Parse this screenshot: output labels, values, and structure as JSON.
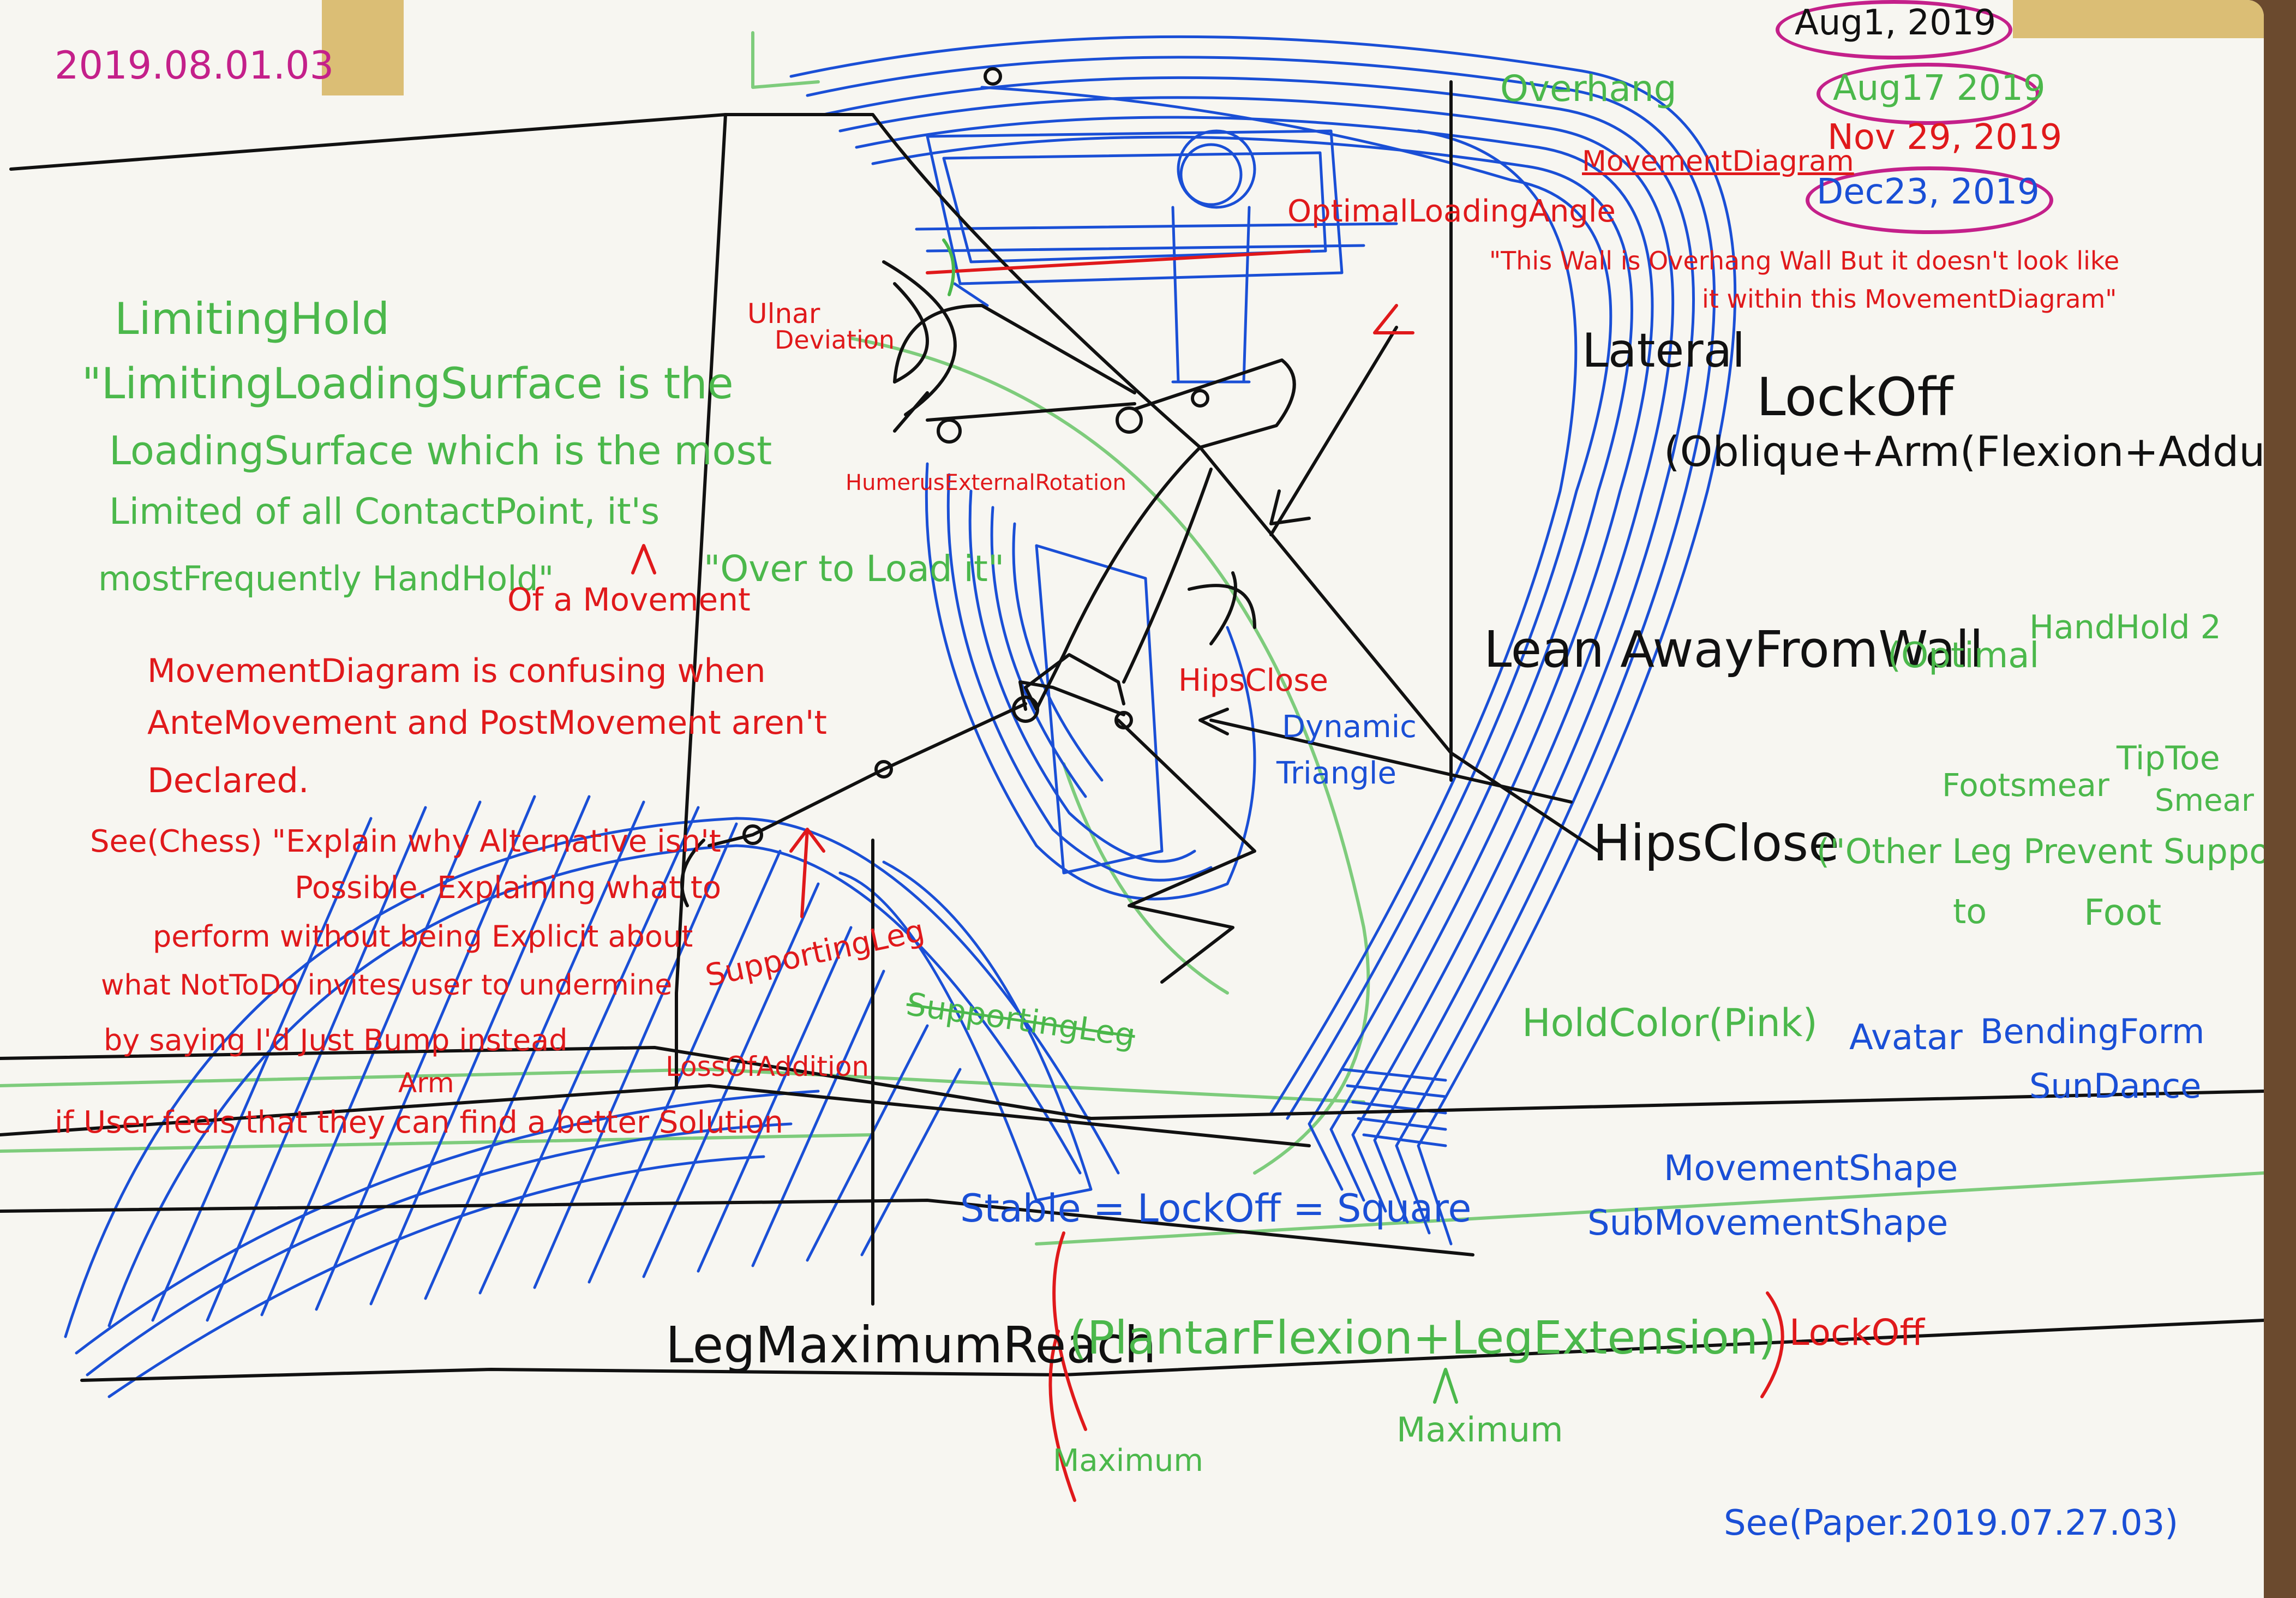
{
  "header": {
    "date_code": "2019.08.01.03",
    "dates": [
      "Aug1, 2019",
      "Aug17 2019",
      "Nov 29, 2019",
      "Dec23, 2019"
    ]
  },
  "labels": {
    "left_green": [
      "LimitingHold",
      "\"LimitingLoadingSurface is the",
      "LoadingSurface which is the most",
      "Limited of all ContactPoint, it's",
      "mostFrequently HandHold\""
    ],
    "of_a_movement": "Of a Movement",
    "over_to_load": "\"Over to Load it\"",
    "movement_diagram_note": [
      "MovementDiagram is confusing when",
      "AnteMovement and PostMovement aren't",
      "Declared."
    ],
    "see_chess_note": [
      "See(Chess) \"Explain why Alternative isn't",
      "Possible. Explaining what to",
      "perform without being Explicit about",
      "what NotToDo invites user to undermine",
      "by saying I'd Just Bump instead",
      "if User feels that they can find a better Solution"
    ],
    "supporting_leg_red": "SupportingLeg",
    "supporting_leg_green": "SupportingLeg",
    "loss_of_addition": "LossOfAddition",
    "arm": "Arm",
    "ulnar_deviation": [
      "Ulnar",
      "Deviation"
    ],
    "humerus_rotation": "HumerusExternalRotation",
    "optimal_angle": "OptimalLoadingAngle",
    "movement_diagram_label": "MovementDiagram",
    "overhang_note": [
      "\"This Wall is Overhang Wall But it doesn't look like",
      "it within this MovementDiagram\""
    ],
    "overhang_green": "Overhang",
    "lateral": "Lateral",
    "lockoff": "LockOff",
    "oblique": "(Oblique+Arm(Flexion+Adduction))",
    "lean_away": "Lean AwayFromWall",
    "optimal_green": "(Optimal",
    "hand_hold_2": "HandHold 2",
    "hips_close_red": "HipsClose",
    "dynamic_triangle": [
      "Dynamic",
      "Triangle"
    ],
    "hips_close_black": "HipsClose",
    "footsmear": [
      "Footsmear",
      "TipToe",
      "Smear"
    ],
    "other_leg": [
      "(\"Other Leg Prevent Supporting",
      "to",
      "Foot"
    ],
    "hold_color": "HoldColor(Pink)",
    "avatar": [
      "Avatar",
      "BendingForm",
      "SunDance"
    ],
    "movement_shape": "MovementShape",
    "sub_movement_shape": "SubMovementShape",
    "stable": "Stable = LockOff = Square",
    "leg_max_reach": "LegMaximumReach",
    "plantar": "(PlantarFlexion+LegExtension)",
    "lockoff_red": "LockOff",
    "maximum_a": "Maximum",
    "maximum_b": "Maximum",
    "see_paper": "See(Paper.2019.07.27.03)"
  },
  "colors": {
    "paper": "#f7f6f1",
    "ink_black": "#111111",
    "ink_red": "#e0191b",
    "ink_green": "#4bb84b",
    "ink_blue": "#1a4fd6",
    "ink_magenta": "#c4208a",
    "tape": "#d6b45f",
    "wood": "#6b4a2e"
  }
}
